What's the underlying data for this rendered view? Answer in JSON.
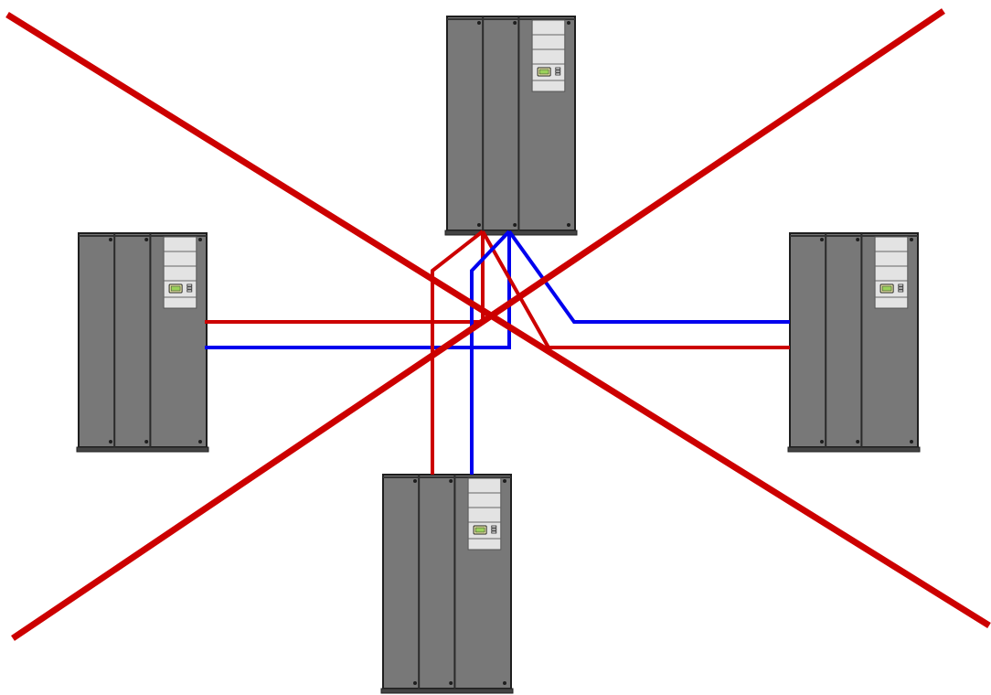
{
  "diagram": {
    "description_visible_text": "",
    "colors": {
      "background": "#ffffff",
      "cabinet_body": "#787878",
      "cabinet_outline": "#1e1e1e",
      "control_panel": "#e3e3e3",
      "display_screen": "#f7f7b0",
      "red_cable": "#cc0000",
      "blue_cable": "#0000ee",
      "cross_mark": "#cc0000"
    },
    "cabinets": [
      {
        "id": "top",
        "icon": "ups-cabinet-icon"
      },
      {
        "id": "left",
        "icon": "ups-cabinet-icon"
      },
      {
        "id": "right",
        "icon": "ups-cabinet-icon"
      },
      {
        "id": "bottom",
        "icon": "ups-cabinet-icon"
      }
    ],
    "connections": [
      {
        "from": "top",
        "to": "left",
        "color": "red"
      },
      {
        "from": "top",
        "to": "left",
        "color": "blue"
      },
      {
        "from": "top",
        "to": "right",
        "color": "red"
      },
      {
        "from": "top",
        "to": "right",
        "color": "blue"
      },
      {
        "from": "top",
        "to": "bottom",
        "color": "red"
      },
      {
        "from": "top",
        "to": "bottom",
        "color": "blue"
      }
    ],
    "overlay": {
      "icon": "cross-mark-icon",
      "meaning": "incorrect"
    }
  }
}
